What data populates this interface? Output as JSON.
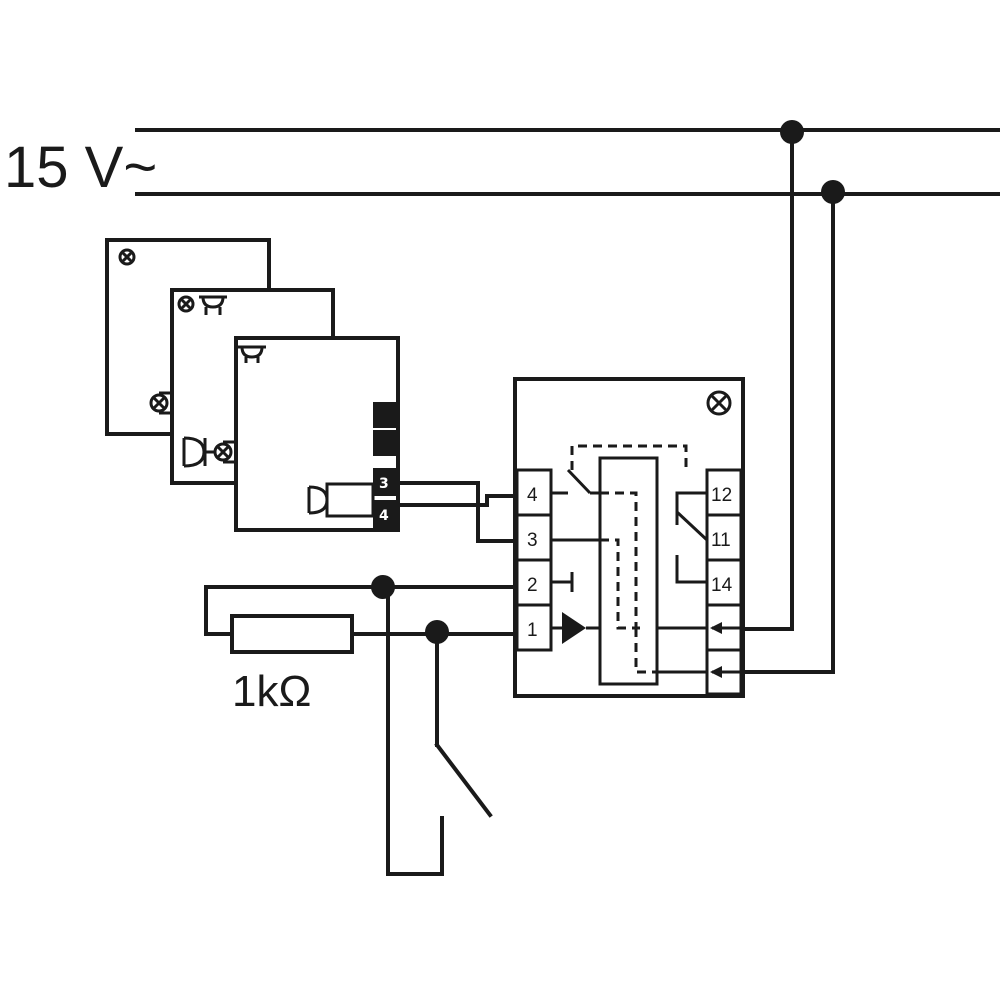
{
  "supply": {
    "voltage_label": "15 V~"
  },
  "resistor": {
    "value_label": "1kΩ"
  },
  "relay": {
    "left_terminals": [
      "4",
      "3",
      "2",
      "1"
    ],
    "right_terminals": [
      "12",
      "11",
      "14"
    ]
  },
  "stations": {
    "front_terminals": [
      "3",
      "4"
    ]
  },
  "colors": {
    "ink": "#1a1a1a",
    "background": "#ffffff"
  },
  "icons": [
    "lamp-icon",
    "bell-icon",
    "buzzer-icon",
    "arrow-input-icon",
    "diode-icon",
    "switch-icon"
  ]
}
